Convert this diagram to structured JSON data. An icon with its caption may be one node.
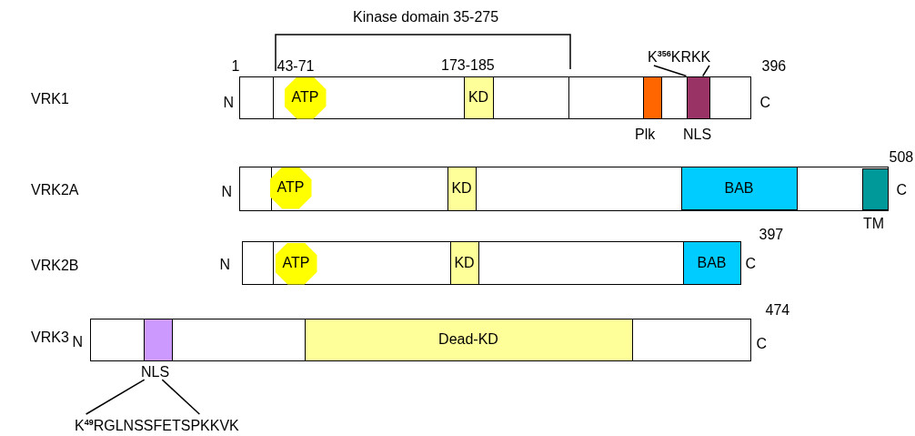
{
  "diagram": {
    "nodes": [
      {
        "text": [],
        "shape": "bar",
        "beside": [
          "N",
          "1",
          "396",
          "C"
        ]
      },
      {
        "text": [
          "ATP"
        ],
        "in": 0,
        "beside": [
          "43-71"
        ]
      },
      {
        "text": [
          "KD"
        ],
        "in": 0,
        "beside": [
          "173-185"
        ]
      },
      {
        "text": [
          "Plk"
        ],
        "in": 0
      },
      {
        "text": [
          "NLS"
        ],
        "in": 0
      },
      {
        "text": [
          "K$^{356}$KRKK"
        ]
      },
      {
        "text": [],
        "shape": "bar",
        "beside": [
          "N",
          "508",
          "C"
        ]
      },
      {
        "text": [
          "ATP"
        ],
        "in": 6
      },
      {
        "text": [
          "KD"
        ],
        "in": 6
      },
      {
        "text": [
          "BAB"
        ],
        "in": 6
      },
      {
        "text": [
          "TM"
        ],
        "in": 6
      },
      {
        "text": [],
        "shape": "bar",
        "beside": [
          "N",
          "397",
          "C"
        ]
      },
      {
        "text": [
          "ATP"
        ],
        "in": 11
      },
      {
        "text": [
          "KD"
        ],
        "in": 11
      },
      {
        "text": [
          "BAB"
        ],
        "in": 11
      },
      {
        "text": [],
        "shape": "bar",
        "beside": [
          "N",
          "474",
          "C"
        ]
      },
      {
        "text": [
          "NLS"
        ],
        "in": 15
      },
      {
        "text": [
          "Dead-KD"
        ],
        "in": 15
      },
      {
        "text": [
          "K$^{49}$RGLNSSFETSPKKVK"
        ]
      }
    ],
    "edges": [
      {
        "from": 5,
        "to": 4,
        "arrow": "none"
      },
      {
        "from": 5,
        "to": 4,
        "arrow": "none"
      },
      {
        "from": 16,
        "to": 18,
        "arrow": "none"
      },
      {
        "from": 16,
        "to": 18,
        "arrow": "none"
      }
    ],
    "labels": [
      "Kinase domain 35-275",
      "VRK1",
      "VRK2A",
      "VRK2B",
      "VRK3"
    ]
  }
}
